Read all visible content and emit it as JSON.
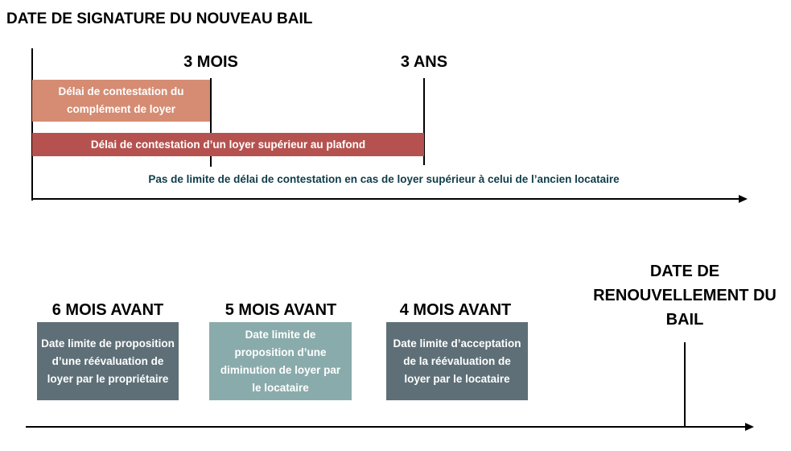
{
  "top": {
    "title": "DATE DE SIGNATURE DU NOUVEAU BAIL",
    "markers": [
      "3 MOIS",
      "3 ANS"
    ],
    "bars": [
      {
        "label": "Délai de contestation du complément de loyer",
        "color": "#D58C73"
      },
      {
        "label": "Délai de contestation d’un loyer supérieur au plafond",
        "color": "#B5524F"
      }
    ],
    "note": "Pas de limite de délai de contestation en cas de loyer supérieur à celui de l’ancien locataire"
  },
  "bottom": {
    "milestones": [
      {
        "heading": "6 MOIS AVANT",
        "text": "Date limite de proposition d’une réévaluation de loyer par le propriétaire",
        "color": "#5E6F77"
      },
      {
        "heading": "5 MOIS AVANT",
        "text": "Date limite de proposition d’une diminution de loyer par le locataire",
        "color": "#8AABAB"
      },
      {
        "heading": "4 MOIS AVANT",
        "text": "Date limite d’acceptation de la réévaluation de loyer par le locataire",
        "color": "#5E6F77"
      }
    ],
    "end_label": "DATE DE RENOUVELLEMENT DU BAIL"
  }
}
